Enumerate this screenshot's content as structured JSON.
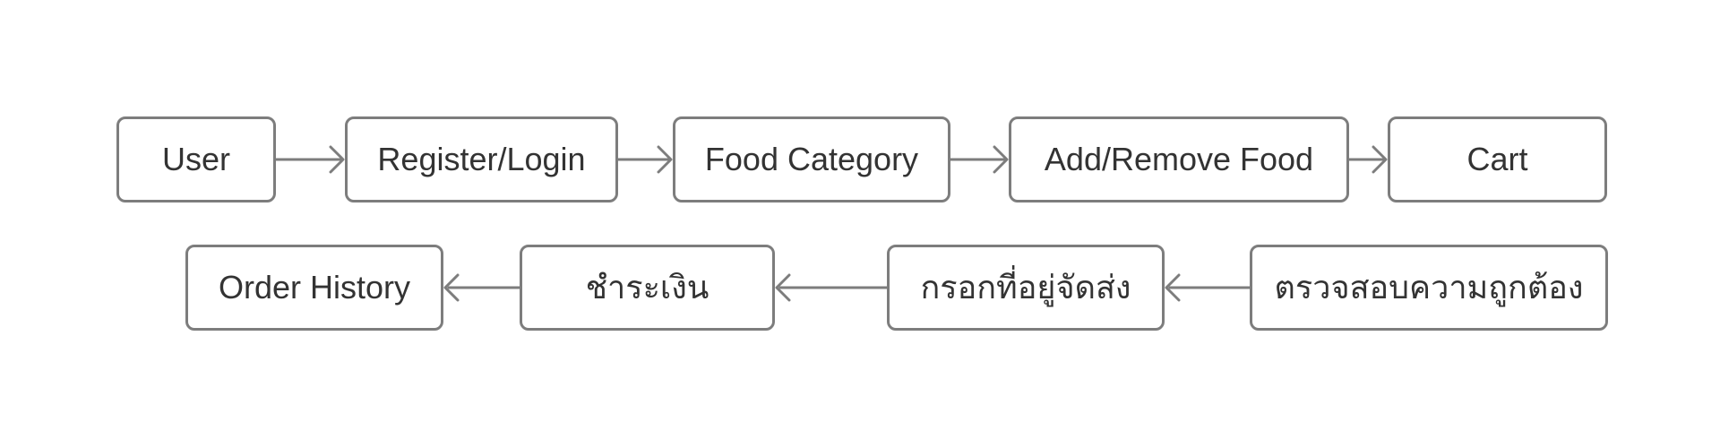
{
  "diagram": {
    "type": "flowchart",
    "colors": {
      "background": "#ffffff",
      "box_border": "#7d7d7d",
      "box_fill": "#ffffff",
      "text": "#333333",
      "arrow": "#7d7d7d"
    },
    "rows": [
      {
        "flow_direction": "right",
        "nodes": [
          {
            "label": "User"
          },
          {
            "label": "Register/Login"
          },
          {
            "label": "Food Category"
          },
          {
            "label": "Add/Remove Food"
          },
          {
            "label": "Cart"
          }
        ]
      },
      {
        "flow_direction": "left",
        "nodes": [
          {
            "label": "Order History"
          },
          {
            "label": "ชำระเงิน"
          },
          {
            "label": "กรอกที่อยู่จัดส่ง"
          },
          {
            "label": "ตรวจสอบความถูกต้อง"
          }
        ]
      }
    ],
    "edges": [
      {
        "from": "User",
        "to": "Register/Login"
      },
      {
        "from": "Register/Login",
        "to": "Food Category"
      },
      {
        "from": "Food Category",
        "to": "Add/Remove Food"
      },
      {
        "from": "Add/Remove Food",
        "to": "Cart"
      },
      {
        "from": "ตรวจสอบความถูกต้อง",
        "to": "กรอกที่อยู่จัดส่ง"
      },
      {
        "from": "กรอกที่อยู่จัดส่ง",
        "to": "ชำระเงิน"
      },
      {
        "from": "ชำระเงิน",
        "to": "Order History"
      }
    ]
  }
}
